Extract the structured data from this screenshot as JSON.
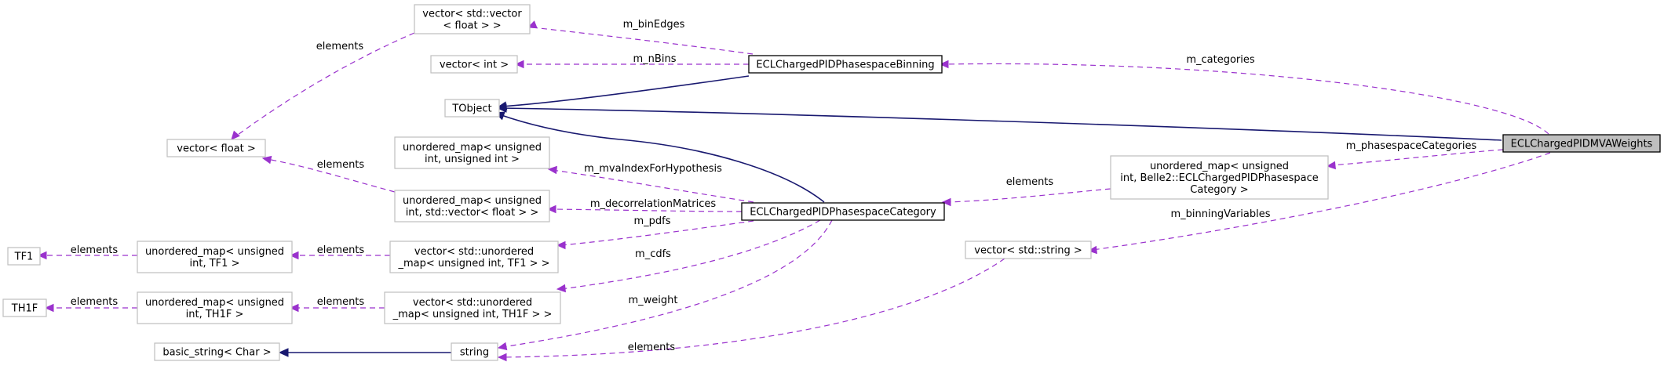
{
  "diagram": {
    "nodes": {
      "vec_vec_float": {
        "lines": [
          "vector< std::vector",
          "< float > >"
        ]
      },
      "vec_int": {
        "lines": [
          "vector< int >"
        ]
      },
      "binning": {
        "lines": [
          "ECLChargedPIDPhasespaceBinning"
        ]
      },
      "tobject": {
        "lines": [
          "TObject"
        ]
      },
      "vec_float": {
        "lines": [
          "vector< float >"
        ]
      },
      "umap_uint_uint": {
        "lines": [
          "unordered_map< unsigned",
          "int, unsigned int >"
        ]
      },
      "umap_uint_vecfloat": {
        "lines": [
          "unordered_map< unsigned",
          "int, std::vector< float > >"
        ]
      },
      "category": {
        "lines": [
          "ECLChargedPIDPhasespaceCategory"
        ]
      },
      "umap_category": {
        "lines": [
          "unordered_map< unsigned",
          "int, Belle2::ECLChargedPIDPhasespace",
          "Category >"
        ]
      },
      "mva_weights": {
        "lines": [
          "ECLChargedPIDMVAWeights"
        ]
      },
      "tf1": {
        "lines": [
          "TF1"
        ]
      },
      "umap_uint_tf1": {
        "lines": [
          "unordered_map< unsigned",
          "int, TF1 >"
        ]
      },
      "vec_umap_tf1": {
        "lines": [
          "vector< std::unordered",
          "_map< unsigned int, TF1 > >"
        ]
      },
      "vec_string": {
        "lines": [
          "vector< std::string >"
        ]
      },
      "th1f": {
        "lines": [
          "TH1F"
        ]
      },
      "umap_uint_th1f": {
        "lines": [
          "unordered_map< unsigned",
          "int, TH1F >"
        ]
      },
      "vec_umap_th1f": {
        "lines": [
          "vector< std::unordered",
          "_map< unsigned int, TH1F > >"
        ]
      },
      "basic_string": {
        "lines": [
          "basic_string< Char >"
        ]
      },
      "string": {
        "lines": [
          "string"
        ]
      }
    },
    "edge_labels": {
      "binEdges": "m_binEdges",
      "vvf_elements": "elements",
      "nBins": "m_nBins",
      "categories": "m_categories",
      "phasespaceCategories": "m_phasespaceCategories",
      "mvaIndex": "m_mvaIndexForHypothesis",
      "cat_elements": "elements",
      "decorrelation": "m_decorrelationMatrices",
      "umvf_elements": "elements",
      "pdfs": "m_pdfs",
      "binningVariables": "m_binningVariables",
      "cdfs": "m_cdfs",
      "tf1_elements": "elements",
      "umap_tf1_elements": "elements",
      "th1f_elements": "elements",
      "umap_th1f_elements": "elements",
      "weight": "m_weight",
      "string_elements": "elements"
    },
    "colors": {
      "dependency_edge": "#9a32cd",
      "inheritance_edge": "#191970",
      "focus_node_fill": "#bfbfbf"
    }
  }
}
